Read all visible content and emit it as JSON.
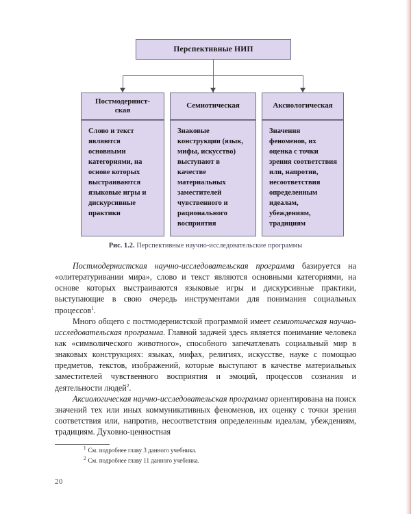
{
  "page": {
    "folio": "20",
    "language": "ru"
  },
  "figure": {
    "root": {
      "label": "Перспективные НИП"
    },
    "columns": [
      {
        "id": "postmodern",
        "header": "Постмодернист-\nская",
        "body": "Слово и текст являются основными категориями, на основе которых выстраиваются языковые игры и дискурсивные практики"
      },
      {
        "id": "semiotic",
        "header": "Семиотическая",
        "body": "Знаковые конструкции (язык, мифы, искусство) выступают в качестве материальных заместителей чувственного и рационального восприятия"
      },
      {
        "id": "axiological",
        "header": "Аксиологическая",
        "body": "Значения феноменов, их оценка с точки зрения соответствия или, напротив, несоответствия определенным идеалам, убеждениям, традициям"
      }
    ],
    "caption": {
      "number": "Рис. 1.2.",
      "text": "Перспективные научно-исследовательские программы"
    },
    "colors": {
      "node_fill": "#ddd4ee",
      "node_border": "#6e6a80",
      "connector": "#6e6a80"
    }
  },
  "content": {
    "paragraphs": [
      {
        "lead": "Постмодернистская научно-исследовательская программа",
        "rest": " базируется на «олитературивании мира», слово и текст являются основными категориями, на основе которых выстраиваются языковые игры и дискурсивные практики, выступающие в свою очередь инструментами для понимания социальных процессов",
        "note": "1",
        "tail": "."
      },
      {
        "pre": "Много общего с постмодернистской программой имеет ",
        "lead": "семиотическая научно-исследовательская программа",
        "rest": ". Главной задачей здесь является понимание человека как «символического животного», способного запечатлевать социальный мир в знаковых конструкциях: языках, мифах, религиях, искусстве, науке с помощью предметов, текстов, изображений, которые выступают в качестве материальных заместителей чувственного восприятия и эмоций, процессов сознания и деятельности людей",
        "note": "2",
        "tail": "."
      },
      {
        "lead": "Аксиологическая научно-исследовательская программа",
        "rest": " ориентирована на поиск значений тех или иных коммуникативных феноменов, их оценку с точки зрения соответствия или, напротив, несоответствия определенным идеалам, убеждениям, традициям. Духовно-ценностная",
        "note": "",
        "tail": ""
      }
    ],
    "footnotes": [
      {
        "marker": "1",
        "text": "См. подробнее главу 3 данного учебника."
      },
      {
        "marker": "2",
        "text": "См. подробнее главу 11 данного учебника."
      }
    ]
  }
}
